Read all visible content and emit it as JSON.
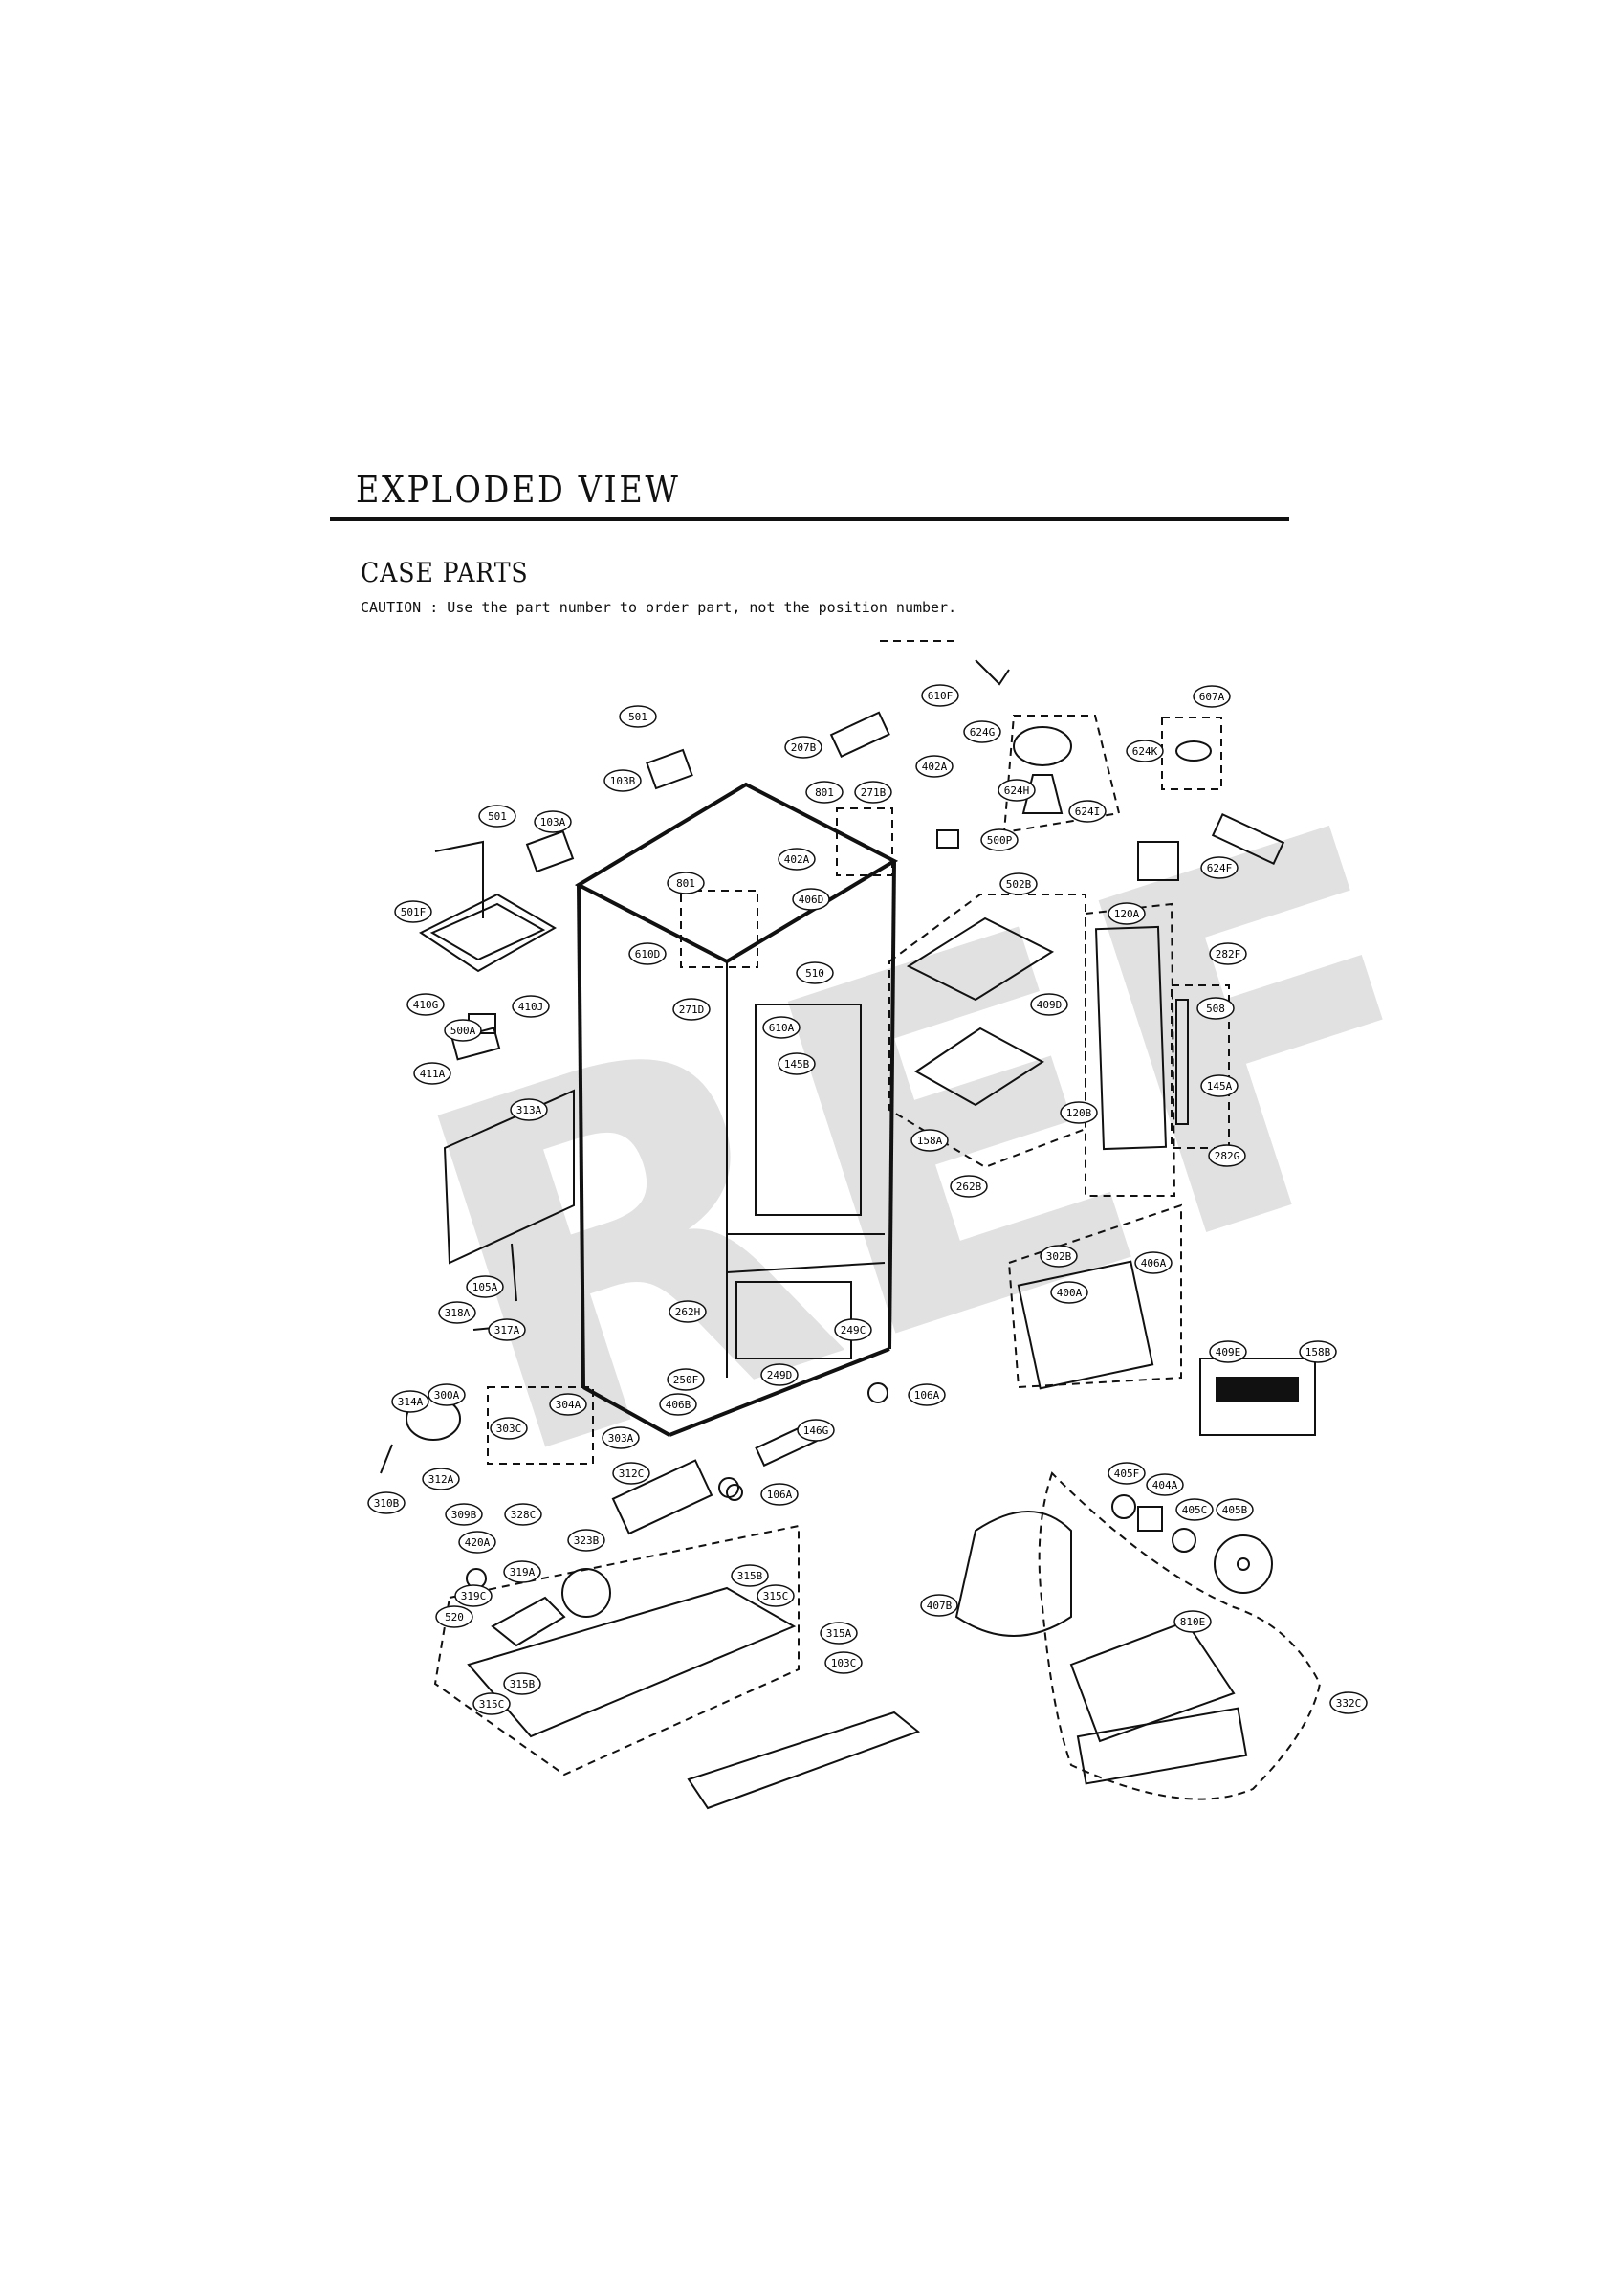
{
  "header": {
    "title": "EXPLODED VIEW",
    "section": "CASE PARTS",
    "caution": "CAUTION : Use the part number to order part, not the position number."
  },
  "watermark": "REF",
  "callouts": [
    {
      "id": "c-610f",
      "label": "610F"
    },
    {
      "id": "c-624g",
      "label": "624G"
    },
    {
      "id": "c-607a",
      "label": "607A"
    },
    {
      "id": "c-624k",
      "label": "624K"
    },
    {
      "id": "c-624h",
      "label": "624H"
    },
    {
      "id": "c-624i",
      "label": "624I"
    },
    {
      "id": "c-624f",
      "label": "624F"
    },
    {
      "id": "c-501a",
      "label": "501"
    },
    {
      "id": "c-103b",
      "label": "103B"
    },
    {
      "id": "c-207b",
      "label": "207B"
    },
    {
      "id": "c-402a-1",
      "label": "402A"
    },
    {
      "id": "c-801a",
      "label": "801"
    },
    {
      "id": "c-271b",
      "label": "271B"
    },
    {
      "id": "c-500p",
      "label": "500P"
    },
    {
      "id": "c-501b",
      "label": "501"
    },
    {
      "id": "c-103a",
      "label": "103A"
    },
    {
      "id": "c-402a-2",
      "label": "402A"
    },
    {
      "id": "c-801b",
      "label": "801"
    },
    {
      "id": "c-406d",
      "label": "406D"
    },
    {
      "id": "c-501f",
      "label": "501F"
    },
    {
      "id": "c-610d",
      "label": "610D"
    },
    {
      "id": "c-271d",
      "label": "271D"
    },
    {
      "id": "c-510",
      "label": "510"
    },
    {
      "id": "c-610a",
      "label": "610A"
    },
    {
      "id": "c-145b",
      "label": "145B"
    },
    {
      "id": "c-502b",
      "label": "502B"
    },
    {
      "id": "c-409d",
      "label": "409D"
    },
    {
      "id": "c-158a",
      "label": "158A"
    },
    {
      "id": "c-120a",
      "label": "120A"
    },
    {
      "id": "c-282f",
      "label": "282F"
    },
    {
      "id": "c-508",
      "label": "508"
    },
    {
      "id": "c-145a",
      "label": "145A"
    },
    {
      "id": "c-120b",
      "label": "120B"
    },
    {
      "id": "c-282g",
      "label": "282G"
    },
    {
      "id": "c-410g",
      "label": "410G"
    },
    {
      "id": "c-410j",
      "label": "410J"
    },
    {
      "id": "c-500a",
      "label": "500A"
    },
    {
      "id": "c-411a",
      "label": "411A"
    },
    {
      "id": "c-313a",
      "label": "313A"
    },
    {
      "id": "c-262b",
      "label": "262B"
    },
    {
      "id": "c-105a",
      "label": "105A"
    },
    {
      "id": "c-318a",
      "label": "318A"
    },
    {
      "id": "c-317a",
      "label": "317A"
    },
    {
      "id": "c-262h",
      "label": "262H"
    },
    {
      "id": "c-249c",
      "label": "249C"
    },
    {
      "id": "c-302b",
      "label": "302B"
    },
    {
      "id": "c-400a",
      "label": "400A"
    },
    {
      "id": "c-406a",
      "label": "406A"
    },
    {
      "id": "c-250f",
      "label": "250F"
    },
    {
      "id": "c-249d",
      "label": "249D"
    },
    {
      "id": "c-406b",
      "label": "406B"
    },
    {
      "id": "c-106a-1",
      "label": "106A"
    },
    {
      "id": "c-409e",
      "label": "409E"
    },
    {
      "id": "c-158b",
      "label": "158B"
    },
    {
      "id": "c-314a",
      "label": "314A"
    },
    {
      "id": "c-300a",
      "label": "300A"
    },
    {
      "id": "c-303c",
      "label": "303C"
    },
    {
      "id": "c-304a",
      "label": "304A"
    },
    {
      "id": "c-303a",
      "label": "303A"
    },
    {
      "id": "c-146g",
      "label": "146G"
    },
    {
      "id": "c-310b",
      "label": "310B"
    },
    {
      "id": "c-312a",
      "label": "312A"
    },
    {
      "id": "c-312c",
      "label": "312C"
    },
    {
      "id": "c-106a-2",
      "label": "106A"
    },
    {
      "id": "c-405f",
      "label": "405F"
    },
    {
      "id": "c-404a",
      "label": "404A"
    },
    {
      "id": "c-405c",
      "label": "405C"
    },
    {
      "id": "c-405b",
      "label": "405B"
    },
    {
      "id": "c-309b",
      "label": "309B"
    },
    {
      "id": "c-328c",
      "label": "328C"
    },
    {
      "id": "c-420a",
      "label": "420A"
    },
    {
      "id": "c-323b",
      "label": "323B"
    },
    {
      "id": "c-319a",
      "label": "319A"
    },
    {
      "id": "c-319c",
      "label": "319C"
    },
    {
      "id": "c-520",
      "label": "520"
    },
    {
      "id": "c-315b-1",
      "label": "315B"
    },
    {
      "id": "c-315c-1",
      "label": "315C"
    },
    {
      "id": "c-315a",
      "label": "315A"
    },
    {
      "id": "c-407b",
      "label": "407B"
    },
    {
      "id": "c-810e",
      "label": "810E"
    },
    {
      "id": "c-103c",
      "label": "103C"
    },
    {
      "id": "c-315b-2",
      "label": "315B"
    },
    {
      "id": "c-315c-2",
      "label": "315C"
    },
    {
      "id": "c-332c",
      "label": "332C"
    }
  ]
}
